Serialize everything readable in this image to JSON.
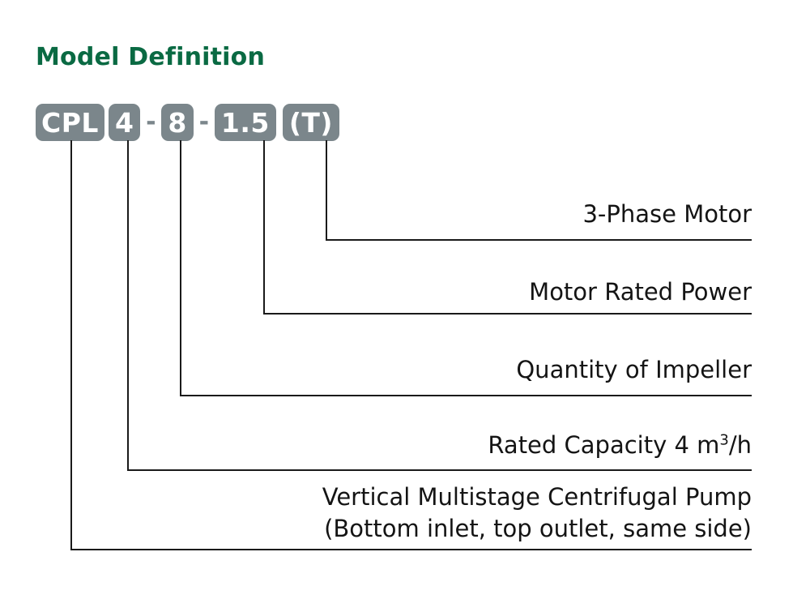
{
  "title": "Model Definition",
  "colors": {
    "title_green": "#0a6a43",
    "badge_gray": "#7b868b",
    "badge_text": "#ffffff",
    "line_black": "#1a1a1a",
    "label_text": "#141414",
    "background": "#ffffff"
  },
  "model_code": {
    "segments": [
      {
        "type": "badge",
        "key": "series",
        "label": "CPL"
      },
      {
        "type": "badge",
        "key": "capacity",
        "label": "4"
      },
      {
        "type": "dash",
        "key": "dash1",
        "label": "-"
      },
      {
        "type": "badge",
        "key": "stages",
        "label": "8"
      },
      {
        "type": "dash",
        "key": "dash2",
        "label": "-"
      },
      {
        "type": "badge",
        "key": "power",
        "label": "1.5"
      },
      {
        "type": "badge",
        "key": "phase",
        "label": "(T)"
      }
    ]
  },
  "callouts": [
    {
      "id": "phase",
      "text": "3-Phase Motor",
      "lines": [
        "3-Phase Motor"
      ]
    },
    {
      "id": "power",
      "text": "Motor Rated Power",
      "lines": [
        "Motor Rated Power"
      ]
    },
    {
      "id": "stages",
      "text": "Quantity of Impeller",
      "lines": [
        "Quantity of Impeller"
      ]
    },
    {
      "id": "capacity",
      "text_prefix": "Rated Capacity  4 m",
      "superscript": "3",
      "text_suffix": "/h",
      "lines": [
        "Rated Capacity  4 m3/h"
      ]
    },
    {
      "id": "series",
      "line1": "Vertical Multistage Centrifugal Pump",
      "line2": "(Bottom inlet, top outlet, same side)"
    }
  ]
}
